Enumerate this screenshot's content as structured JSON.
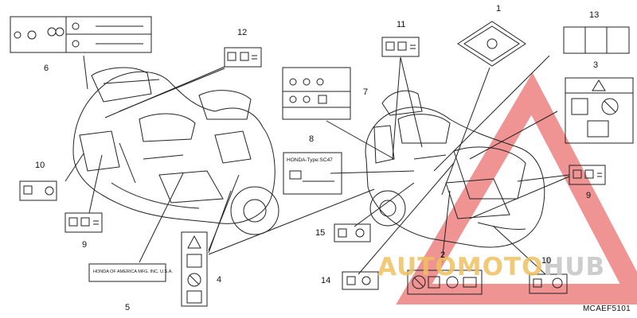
{
  "callouts": [
    "1",
    "2",
    "3",
    "4",
    "5",
    "6",
    "7",
    "8",
    "9",
    "10",
    "11",
    "12",
    "13",
    "14",
    "15"
  ],
  "label_texts": {
    "label8": "HONDA-Type:SC47",
    "label5": "HONDA OF AMERICA MFG. INC. U.S.A."
  },
  "diagram_code": "MCAEF5101",
  "watermark": {
    "part1": "AUTO",
    "part2": "MOTO",
    "part3": "HUB"
  },
  "colors": {
    "watermark_red": "#e23b3b",
    "watermark_yellow": "#f0c060",
    "line": "#222222"
  }
}
